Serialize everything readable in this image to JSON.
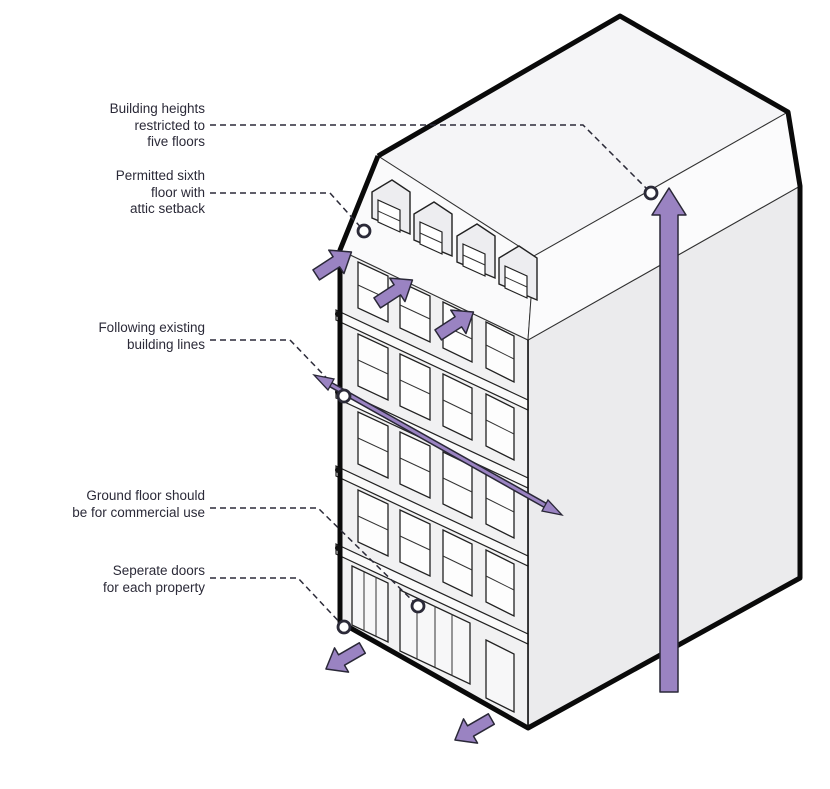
{
  "callouts": {
    "heights": {
      "lines": [
        "Building heights",
        "restricted to",
        "five floors"
      ]
    },
    "sixth": {
      "lines": [
        "Permitted sixth",
        "floor with",
        "attic setback"
      ]
    },
    "lines": {
      "lines": [
        "Following existing",
        "building lines"
      ]
    },
    "ground": {
      "lines": [
        "Ground floor should",
        "be for commercial use"
      ]
    },
    "doors": {
      "lines": [
        "Seperate doors",
        "for each property"
      ]
    }
  },
  "colors": {
    "accent_arrow": "#9a83c2",
    "outline": "#111111",
    "leader": "#2b2a38",
    "roof_fill": "#f4f4f6",
    "side_fill": "#ebebed",
    "front_fill": "#f1f1f2"
  }
}
